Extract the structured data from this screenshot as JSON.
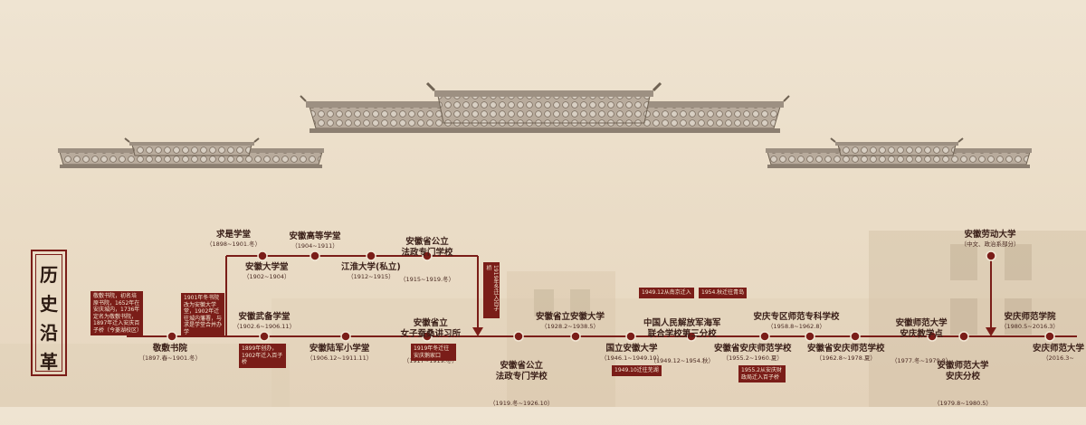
{
  "title_chars": [
    "历",
    "史",
    "沿",
    "革"
  ],
  "colors": {
    "accent": "#7a1d18",
    "text": "#3a1f18",
    "background": "#ece0cc",
    "roof": "#8a7a6a"
  },
  "nodes": {
    "jingfu": {
      "name": "敬敷书院",
      "date": "（1897.春~1901.冬）"
    },
    "qiushi": {
      "name": "求是学堂",
      "date": "（1898~1901.冬）"
    },
    "anhui_daxuetang": {
      "name": "安徽大学堂",
      "date": "（1902~1904）"
    },
    "gaodeng": {
      "name": "安徽高等学堂",
      "date": "（1904~1911）"
    },
    "jianghuai": {
      "name": "江淮大学(私立)",
      "date": "（1912~1915）"
    },
    "fazheng": {
      "name": "安徽省公立\n法政专门学校",
      "date": "（1915~1919.冬）"
    },
    "wubei": {
      "name": "安徽武备学堂",
      "date": "（1902.6~1906.11）"
    },
    "lujun": {
      "name": "安徽陆军小学堂",
      "date": "（1906.12~1911.11）"
    },
    "nvzi": {
      "name": "安徽省立\n女子蚕桑讲习所",
      "date": "（1917~1919.冬）"
    },
    "gongli_fazheng": {
      "name": "安徽省公立\n法政专门学校",
      "date": "（1919.冬~1926.10）"
    },
    "shengli_daxue": {
      "name": "安徽省立安徽大学",
      "date": "（1928.2~1938.5）"
    },
    "guoli": {
      "name": "国立安徽大学",
      "date": "（1946.1~1949.10）"
    },
    "pla": {
      "name": "中国人民解放军海军\n联合学校第三分校",
      "date": "（1949.12~1954.秋）"
    },
    "anqing_shifan": {
      "name": "安徽省安庆师范学校",
      "date": "（1955.2~1960.夏）"
    },
    "zhuanke": {
      "name": "安庆专区师范专科学校",
      "date": "（1958.8~1962.8）"
    },
    "shifan_xuexiao": {
      "name": "安徽省安庆师范学校",
      "date": "（1962.8~1978.夏）"
    },
    "jiaoxuedian": {
      "name": "安徽师范大学\n安庆教学点",
      "date": "（1977.冬~1979.8）"
    },
    "fenxiao": {
      "name": "安徽师范大学\n安庆分校",
      "date": "（1979.8~1980.5）"
    },
    "laodong": {
      "name": "安徽劳动大学",
      "date": "（中文、政治系部分）"
    },
    "xueyuan": {
      "name": "安庆师范学院",
      "date": "（1980.5~2016.3）"
    },
    "daxue": {
      "name": "安庆师范大学",
      "date": "（2016.3~"
    }
  },
  "notes": {
    "jingfu_note": "敬敷书院，初名培原书院，1652年在安庆城内，1736年定名为敬敷书院，1897年迁入安庆百子桥（今菱湖校区）",
    "qiushi_note": "1901年冬书院改为安徽大学堂，1902年迁往城内藩署，与求是学堂合并办学",
    "wubei_note": "1899年创办，1902年迁入百子桥",
    "nvzi_note": "1919年冬迁往安庆鹅家口",
    "fazheng_vnote": "1919年冬迁入百子桥",
    "guoli_note": "1949.10迁往芜湖",
    "pla_note_1": "1949.12从南京迁入",
    "pla_note_2": "1954.秋迁往青岛",
    "shifan_note": "1955.2从安庆财政局迁入百子桥"
  }
}
